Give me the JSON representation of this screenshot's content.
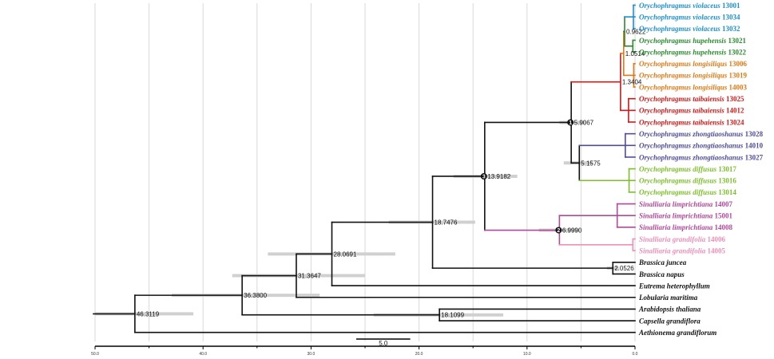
{
  "tree": {
    "max_age": 50.0,
    "grid_ticks": [
      50,
      45,
      40,
      35,
      30,
      25,
      20,
      15,
      10,
      5,
      0
    ],
    "axis_labels": [
      "50.0",
      "40.0",
      "30.0",
      "20.0",
      "10.0",
      "0.0"
    ],
    "scale_bar_length": 5.0,
    "scale_bar_label": "5.0",
    "colors": {
      "black": "#111111",
      "blue": "#1e8fd0",
      "green": "#2a8a2e",
      "orange": "#e07a16",
      "red": "#d21818",
      "purple": "#4f4c9a",
      "lime": "#7cbf2a",
      "magenta": "#b2489a",
      "pink": "#ef8fb8"
    },
    "tips": [
      {
        "genus": "Orychophragmus",
        "epithet": "violaceus",
        "id": "13001",
        "color": "blue"
      },
      {
        "genus": "Orychophragmus",
        "epithet": "violaceus",
        "id": "13034",
        "color": "blue"
      },
      {
        "genus": "Orychophragmus",
        "epithet": "violaceus",
        "id": "13032",
        "color": "blue"
      },
      {
        "genus": "Orychophragmus",
        "epithet": "hupehensis",
        "id": "13021",
        "color": "green"
      },
      {
        "genus": "Orychophragmus",
        "epithet": "hupehensis",
        "id": "13022",
        "color": "green"
      },
      {
        "genus": "Orychophragmus",
        "epithet": "longisiliqus",
        "id": "13006",
        "color": "orange"
      },
      {
        "genus": "Orychophragmus",
        "epithet": "longisiliqus",
        "id": "13019",
        "color": "orange"
      },
      {
        "genus": "Orychophragmus",
        "epithet": "longisiliqus",
        "id": "14003",
        "color": "orange"
      },
      {
        "genus": "Orychophragmus",
        "epithet": "taibaiensis",
        "id": "13025",
        "color": "red"
      },
      {
        "genus": "Orychophragmus",
        "epithet": "taibaiensis",
        "id": "14012",
        "color": "red"
      },
      {
        "genus": "Orychophragmus",
        "epithet": "taibaiensis",
        "id": "13024",
        "color": "red"
      },
      {
        "genus": "Orychophragmus",
        "epithet": "zhongtiaoshanus",
        "id": "13028",
        "color": "purple"
      },
      {
        "genus": "Orychophragmus",
        "epithet": "zhongtiaoshanus",
        "id": "14010",
        "color": "purple"
      },
      {
        "genus": "Orychophragmus",
        "epithet": "zhongtiaoshanus",
        "id": "13027",
        "color": "purple"
      },
      {
        "genus": "Orychophragmus",
        "epithet": "diffusus",
        "id": "13017",
        "color": "lime"
      },
      {
        "genus": "Orychophragmus",
        "epithet": "diffusus",
        "id": "13016",
        "color": "lime"
      },
      {
        "genus": "Orychophragmus",
        "epithet": "diffusus",
        "id": "13014",
        "color": "lime"
      },
      {
        "genus": "Sinalliaria",
        "epithet": "limprichtiana",
        "id": "14007",
        "color": "magenta"
      },
      {
        "genus": "Sinalliaria",
        "epithet": "limprichtiana",
        "id": "15001",
        "color": "magenta"
      },
      {
        "genus": "Sinalliaria",
        "epithet": "limprichtiana",
        "id": "14008",
        "color": "magenta"
      },
      {
        "genus": "Sinalliaria",
        "epithet": "grandifolia",
        "id": "14006",
        "color": "pink"
      },
      {
        "genus": "Sinalliaria",
        "epithet": "grandifolia",
        "id": "14005",
        "color": "pink"
      },
      {
        "genus": "Brassica",
        "epithet": "juncea",
        "id": "",
        "color": "black"
      },
      {
        "genus": "Brassica",
        "epithet": "napus",
        "id": "",
        "color": "black"
      },
      {
        "genus": "Eutrema",
        "epithet": "heterophyllum",
        "id": "",
        "color": "black"
      },
      {
        "genus": "Lobularia",
        "epithet": "maritima",
        "id": "",
        "color": "black"
      },
      {
        "genus": "Arabidopsis",
        "epithet": "thaliana",
        "id": "",
        "color": "black"
      },
      {
        "genus": "Capsella",
        "epithet": "grandiflora",
        "id": "",
        "color": "black"
      },
      {
        "genus": "Aethionema",
        "epithet": "grandiflorum",
        "id": "",
        "color": "black"
      }
    ],
    "nodes": [
      {
        "id": "root",
        "age": 46.3119,
        "label": "46.3119",
        "hpd": [
          50.0,
          40.9
        ]
      },
      {
        "id": "n36",
        "age": 36.38,
        "label": "36.3800",
        "hpd": [
          42.9,
          29.2
        ]
      },
      {
        "id": "n31",
        "age": 31.3647,
        "label": "31.3647",
        "hpd": [
          37.3,
          25.0
        ]
      },
      {
        "id": "n28",
        "age": 28.0691,
        "label": "28.0691",
        "hpd": [
          34.0,
          22.2
        ]
      },
      {
        "id": "n18",
        "age": 18.7476,
        "label": "18.7476",
        "hpd": [
          22.8,
          14.8
        ]
      },
      {
        "id": "n13",
        "age": 13.9182,
        "label": "13.9182",
        "hpd": [
          16.8,
          10.9
        ],
        "marker": "3"
      },
      {
        "id": "n5_9",
        "age": 5.9067,
        "label": "5.9067",
        "hpd": [
          7.0,
          4.6
        ],
        "marker": "1"
      },
      {
        "id": "n5_1",
        "age": 5.1575,
        "label": "5.1575",
        "hpd": [
          6.6,
          3.9
        ]
      },
      {
        "id": "n1_34",
        "age": 1.3404,
        "label": "1.3404"
      },
      {
        "id": "n1_05",
        "age": 1.0514,
        "label": "1.0514"
      },
      {
        "id": "n0_96",
        "age": 0.9622,
        "label": "0.9622"
      },
      {
        "id": "n7",
        "age": 6.999,
        "label": "6.9990",
        "hpd": [
          8.9,
          5.1
        ],
        "marker": "2"
      },
      {
        "id": "n2",
        "age": 2.0526,
        "label": "2.0526",
        "hpd": [
          2.6,
          1.5
        ]
      },
      {
        "id": "n18b",
        "age": 18.1099,
        "label": "18.1099",
        "hpd": [
          24.2,
          12.2
        ]
      },
      {
        "id": "tai",
        "age": 0.6
      },
      {
        "id": "zho",
        "age": 0.9
      },
      {
        "id": "dif",
        "age": 0.55
      },
      {
        "id": "lim",
        "age": 1.65
      },
      {
        "id": "gra",
        "age": 0.2
      },
      {
        "id": "vio",
        "age": 0.15
      },
      {
        "id": "hup",
        "age": 0.2
      },
      {
        "id": "lon",
        "age": 0.12
      }
    ]
  }
}
